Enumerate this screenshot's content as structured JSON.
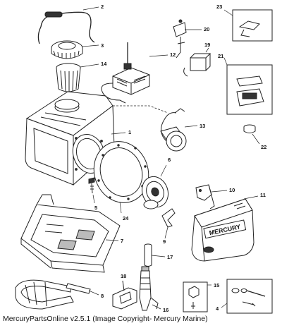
{
  "caption": "MercuryPartsOnline v2.5.1 (Image Copyright- Mercury Marine)",
  "brand_text": "MERCURY",
  "parts": [
    {
      "n": "1"
    },
    {
      "n": "2"
    },
    {
      "n": "3"
    },
    {
      "n": "4"
    },
    {
      "n": "5"
    },
    {
      "n": "6"
    },
    {
      "n": "7"
    },
    {
      "n": "8"
    },
    {
      "n": "9"
    },
    {
      "n": "10"
    },
    {
      "n": "11"
    },
    {
      "n": "12"
    },
    {
      "n": "13"
    },
    {
      "n": "14"
    },
    {
      "n": "15"
    },
    {
      "n": "16"
    },
    {
      "n": "17"
    },
    {
      "n": "18"
    },
    {
      "n": "19"
    },
    {
      "n": "20"
    },
    {
      "n": "21"
    },
    {
      "n": "22"
    },
    {
      "n": "23"
    },
    {
      "n": "24"
    }
  ]
}
